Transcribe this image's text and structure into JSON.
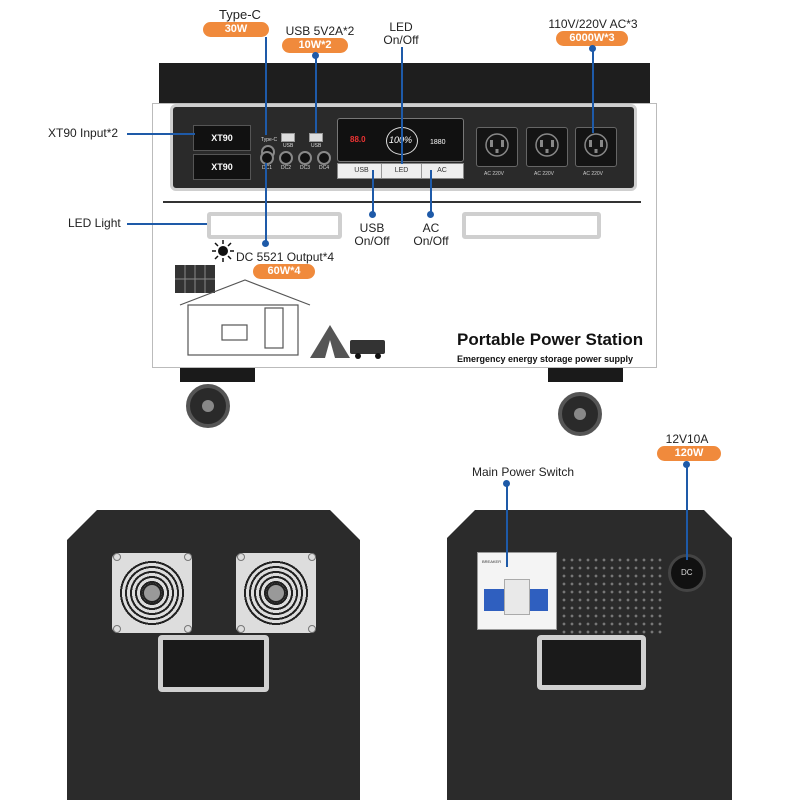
{
  "callouts": {
    "type_c": {
      "label": "Type-C",
      "value": "30W"
    },
    "usb": {
      "label": "USB 5V2A*2",
      "value": "10W*2"
    },
    "led_onoff": {
      "line1": "LED",
      "line2": "On/Off"
    },
    "ac_out": {
      "label": "110V/220V AC*3",
      "value": "6000W*3"
    },
    "xt90_input": {
      "label": "XT90 Input*2"
    },
    "led_light": {
      "label": "LED Light"
    },
    "usb_onoff": {
      "line1": "USB",
      "line2": "On/Off"
    },
    "ac_onoff": {
      "line1": "AC",
      "line2": "On/Off"
    },
    "dc5521": {
      "label": "DC 5521 Output*4",
      "value": "60W*4"
    },
    "main_switch": {
      "label": "Main Power Switch"
    },
    "dc_in": {
      "label": "12V10A",
      "value": "120W"
    }
  },
  "panel": {
    "xt90_top": "XT90",
    "xt90_bottom": "XT90",
    "port_labels": [
      "Type-C",
      "USB",
      "USB",
      "DC1",
      "DC2",
      "DC3",
      "DC4"
    ],
    "lcd_center": "100%",
    "lcd_left": "88.0",
    "lcd_right": "1880",
    "buttons": [
      "USB",
      "LED",
      "AC"
    ],
    "outlet_labels": [
      "AC 220V",
      "AC 220V",
      "AC 220V"
    ]
  },
  "product": {
    "title": "Portable Power Station",
    "subtitle": "Emergency energy storage power supply"
  },
  "back_right": {
    "dc_port": "DC"
  },
  "colors": {
    "accent_orange": "#f08a3c",
    "leader_blue": "#1e5aa8",
    "unit_dark": "#2b2b2b"
  }
}
